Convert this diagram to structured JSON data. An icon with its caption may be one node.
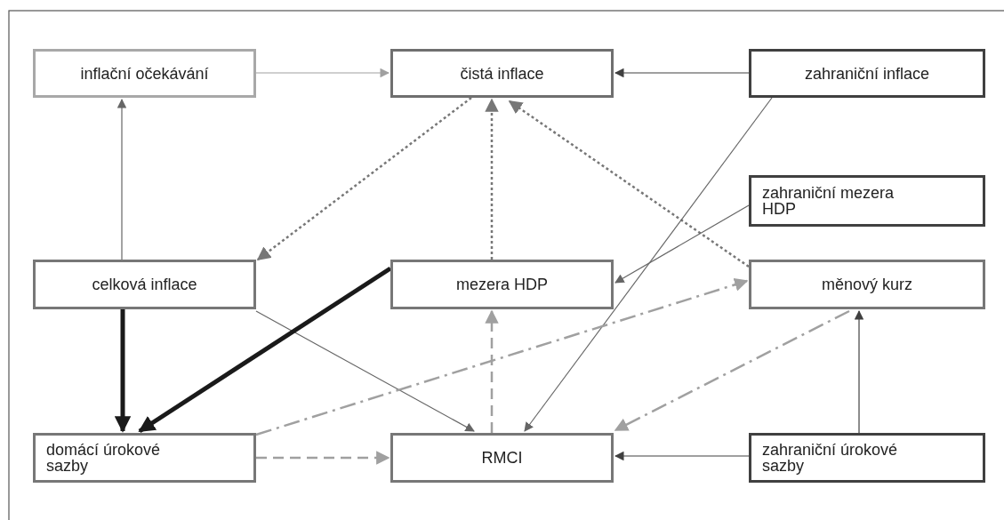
{
  "diagram": {
    "nodes": [
      {
        "text": [
          "inflační očekávání"
        ]
      },
      {
        "text": [
          "čistá inflace"
        ]
      },
      {
        "text": [
          "zahraniční inflace"
        ]
      },
      {
        "text": [
          "zahraniční mezera HDP"
        ]
      },
      {
        "text": [
          "celková inflace"
        ]
      },
      {
        "text": [
          "mezera HDP"
        ]
      },
      {
        "text": [
          "měnový kurz"
        ]
      },
      {
        "text": [
          "domácí úrokové sazby"
        ]
      },
      {
        "text": [
          "RMCI"
        ]
      },
      {
        "text": [
          "zahraniční úrokové sazby"
        ]
      }
    ],
    "edges": [
      {
        "from": 0,
        "to": 1,
        "arrow": "to",
        "color": "#a0a0a0"
      },
      {
        "from": 2,
        "to": 1,
        "arrow": "to",
        "color": "#404040"
      },
      {
        "from": 1,
        "to": 4,
        "arrow": "to",
        "style": "dashed",
        "color": "#777777"
      },
      {
        "from": 5,
        "to": 1,
        "arrow": "to",
        "style": "dashed",
        "color": "#777777"
      },
      {
        "from": 6,
        "to": 1,
        "arrow": "to",
        "style": "dashed",
        "color": "#777777"
      },
      {
        "from": 4,
        "to": 0,
        "arrow": "to"
      },
      {
        "from": 3,
        "to": 5,
        "arrow": "to"
      },
      {
        "from": 2,
        "to": 8,
        "arrow": "to"
      },
      {
        "from": 4,
        "to": 8,
        "arrow": "to"
      },
      {
        "from": 4,
        "to": 7,
        "arrow": "to",
        "style": "thick",
        "color": "#1a1a1a"
      },
      {
        "from": 5,
        "to": 7,
        "arrow": "to",
        "style": "thick",
        "color": "#1a1a1a"
      },
      {
        "from": 7,
        "to": 6,
        "arrow": "to",
        "style": "dashed",
        "color": "#a0a0a0"
      },
      {
        "from": 6,
        "to": 8,
        "arrow": "to",
        "style": "dashed",
        "color": "#a0a0a0"
      },
      {
        "from": 8,
        "to": 5,
        "arrow": "to",
        "style": "dashed",
        "color": "#a0a0a0"
      },
      {
        "from": 7,
        "to": 8,
        "arrow": "to",
        "style": "dashed",
        "color": "#a0a0a0"
      },
      {
        "from": 9,
        "to": 8,
        "arrow": "to",
        "color": "#404040"
      },
      {
        "from": 9,
        "to": 6,
        "arrow": "to",
        "color": "#404040"
      }
    ]
  }
}
